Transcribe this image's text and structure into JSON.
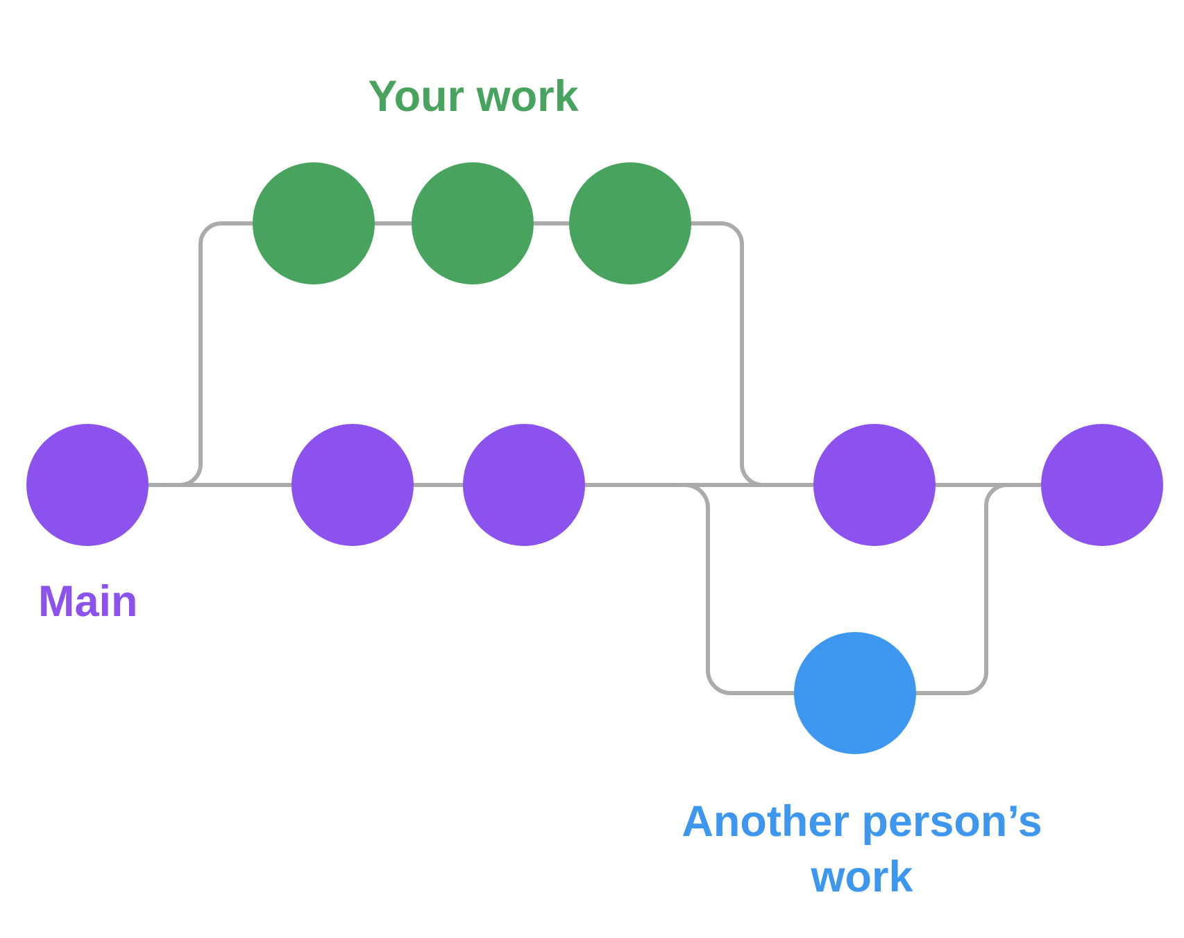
{
  "diagram": {
    "kind": "git-branch-illustration",
    "labels": {
      "main_branch": "Main",
      "your_work_branch": "Your work",
      "another_person_line1": "Another person’s",
      "another_person_line2": "work"
    },
    "colors": {
      "main": "#8C52EE",
      "your_work": "#47A35E",
      "another_person": "#3E97EF",
      "connector": "#ABABAB",
      "background": "#FFFFFF"
    },
    "branches": [
      {
        "name": "Main",
        "commit_count": 5,
        "color": "#8C52EE"
      },
      {
        "name": "Your work",
        "commit_count": 3,
        "color": "#47A35E",
        "splits_from": "Main",
        "merges_into": "Main"
      },
      {
        "name": "Another person’s work",
        "commit_count": 1,
        "color": "#3E97EF",
        "splits_from": "Main",
        "merges_into": "Main"
      }
    ]
  }
}
